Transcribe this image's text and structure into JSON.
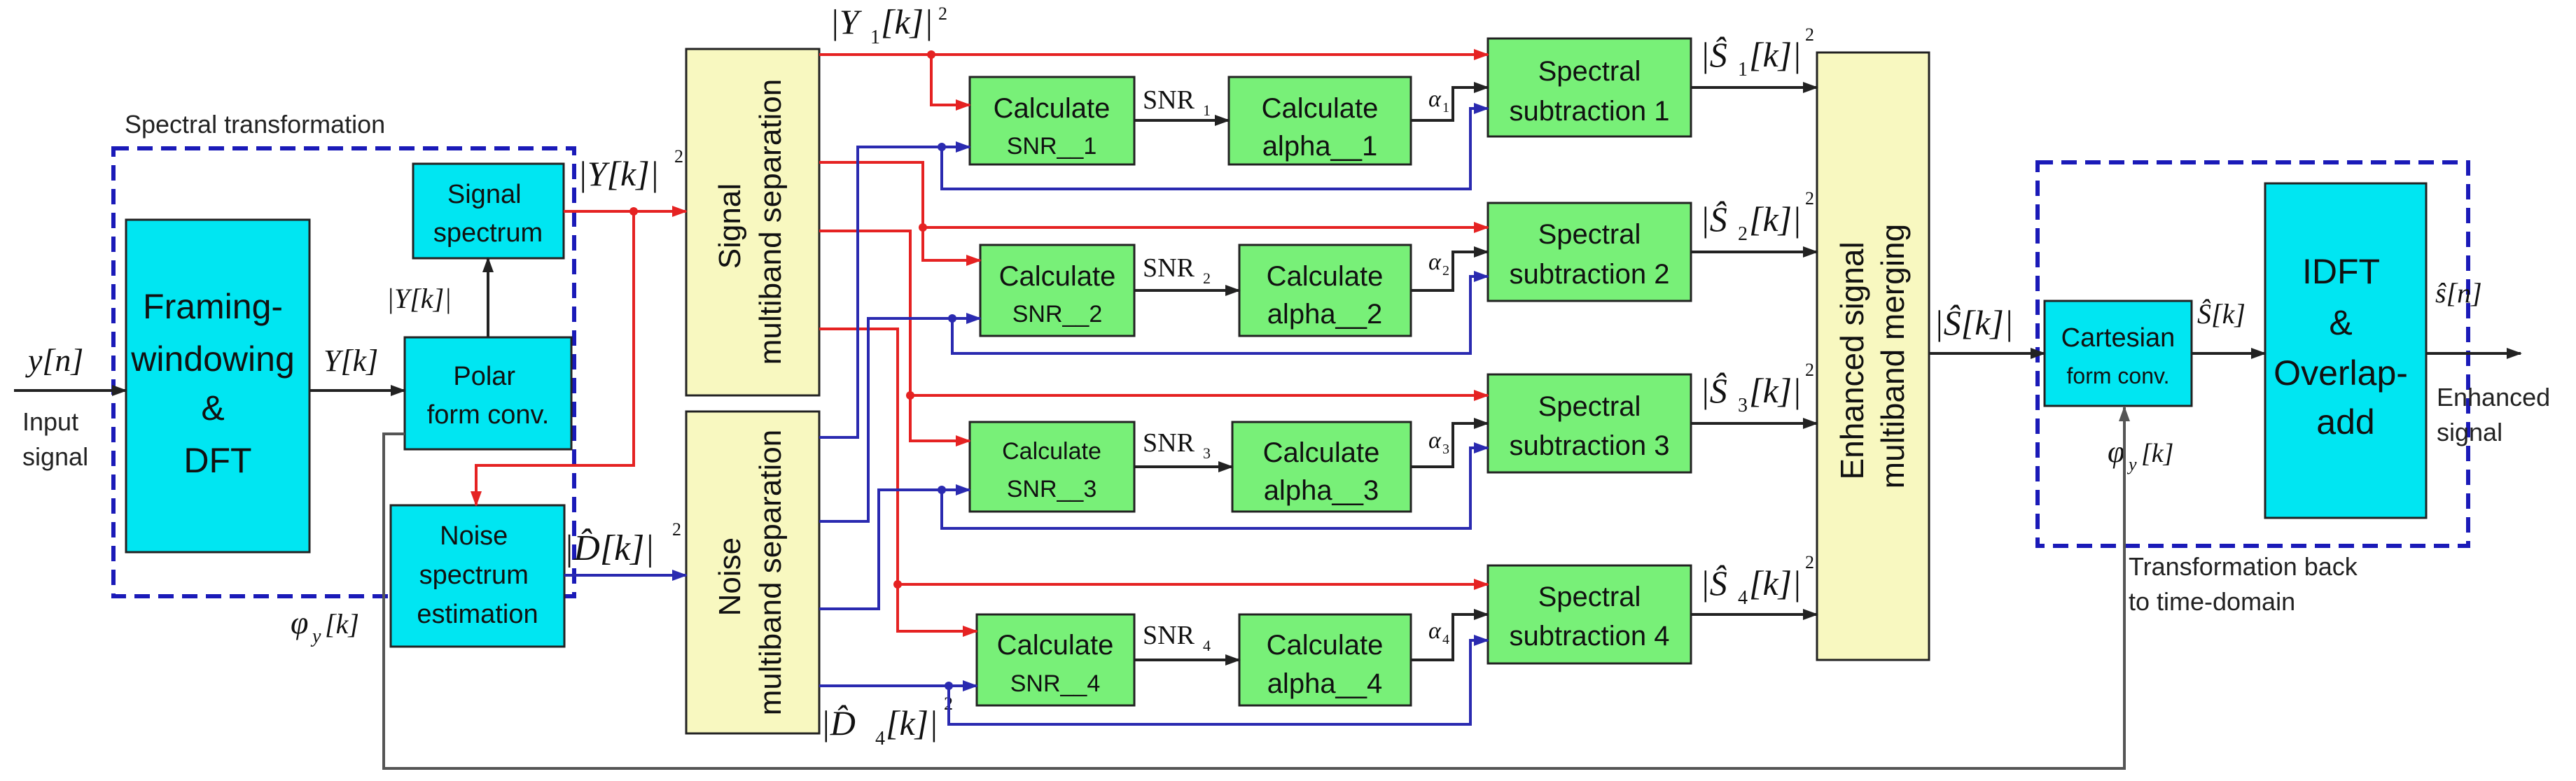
{
  "colors": {
    "cyan_block": "#00e6f2",
    "green_block": "#78f078",
    "yellow_block": "#f8f8c0",
    "red_line": "#e52222",
    "blue_line": "#2a2ab0",
    "black_line": "#222222",
    "dashed_box": "#1a1ab8"
  },
  "labels": {
    "spectral_transformation": "Spectral transformation",
    "framing_1": "Framing-",
    "framing_2": "windowing",
    "framing_3": "&",
    "framing_4": "DFT",
    "signal_spectrum_1": "Signal",
    "signal_spectrum_2": "spectrum",
    "polar_1": "Polar",
    "polar_2": "form conv.",
    "noise_est_1": "Noise",
    "noise_est_2": "spectrum",
    "noise_est_3": "estimation",
    "signal_sep_1": "Signal",
    "signal_sep_2": "multiband separation",
    "noise_sep_1": "Noise",
    "noise_sep_2": "multiband separation",
    "calc_snr": "Calculate",
    "snr_1": "SNR__1",
    "snr_2": "SNR__2",
    "snr_3": "SNR__3",
    "snr_4": "SNR__4",
    "calc_alpha": "Calculate",
    "alpha_1": "alpha__1",
    "alpha_2": "alpha__2",
    "alpha_3": "alpha__3",
    "alpha_4": "alpha__4",
    "spectral": "Spectral",
    "sub_1": "subtraction 1",
    "sub_2": "subtraction 2",
    "sub_3": "subtraction 3",
    "sub_4": "subtraction 4",
    "merge_1": "Enhanced signal",
    "merge_2": "multiband merging",
    "cartesian_1": "Cartesian",
    "cartesian_2": "form conv.",
    "idft_1": "IDFT",
    "idft_2": "&",
    "idft_3": "Overlap-",
    "idft_4": "add",
    "input_1": "Input",
    "input_2": "signal",
    "enhanced_1": "Enhanced",
    "enhanced_2": "signal",
    "back_1": "Transformation back",
    "back_2": "to time-domain"
  },
  "math": {
    "y_n": "y[n]",
    "Y_k": "Y[k]",
    "abs_Y_k": "|Y[k]|",
    "Y_k_sq": "|Y[k]|",
    "D_k_sq": "|D̂[k]|",
    "phi_y": "φ",
    "phi_y_sub": "y",
    "phi_y_k": "[k]",
    "Y1_sq": "|Y",
    "Y1_sub": "1",
    "Y1_rest": "[k]|",
    "D4_sq": "|D̂",
    "D4_sub": "4",
    "D4_rest": "[k]|",
    "SNR": "SNR",
    "alpha": "α",
    "S_hat": "|Ŝ",
    "S_rest": "[k]|",
    "S_hat_k": "|Ŝ[k]|",
    "S_hat_k_small": "Ŝ[k]",
    "s_hat_n": "ŝ[n]",
    "squared": "2",
    "sub_1": "1",
    "sub_2": "2",
    "sub_3": "3",
    "sub_4": "4"
  }
}
